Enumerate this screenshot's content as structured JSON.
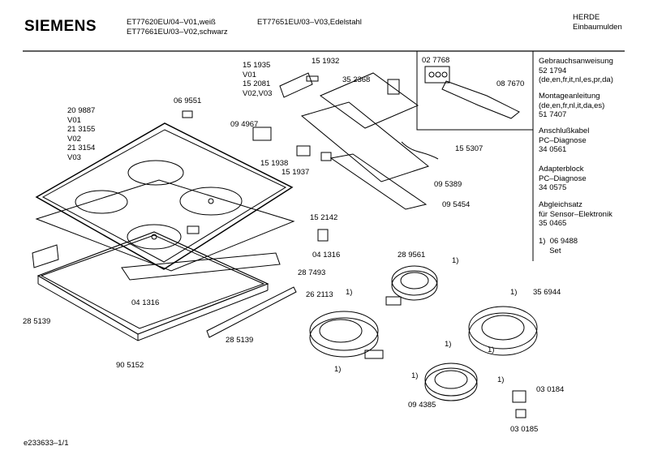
{
  "header": {
    "brand": "SIEMENS",
    "models_left": [
      "ET77620EU/04–V01,weiß",
      "ET77661EU/03–V02,schwarz"
    ],
    "model_right": "ET77651EU/03–V03,Edelstahl",
    "category": [
      "HERDE",
      "Einbaumulden"
    ]
  },
  "side_panel": [
    {
      "text": "Gebrauchsanweisung\n52 1794\n(de,en,fr,it,nl,es,pr,da)"
    },
    {
      "text": "Montageanleitung\n(de,en,fr,nl,it,da,es)\n51 7407"
    },
    {
      "text": "Anschlußkabel\nPC–Diagnose\n34 0561"
    },
    {
      "text": "Adapterblock\nPC–Diagnose\n34 0575"
    },
    {
      "text": "Abgleichsatz\nfür Sensor–Elektronik\n35 0465"
    },
    {
      "text": "1)  06 9488\n     Set"
    }
  ],
  "inset": {
    "labels": [
      "02 7768",
      "08 7670"
    ]
  },
  "part_labels": {
    "p1": "15 1935\nV01\n15 2081\nV02,V03",
    "p2": "15 1932",
    "p3": "35 2368",
    "p4": "20 9887\nV01\n21 3155\nV02\n21 3154\nV03",
    "p5": "06 9551",
    "p6": "09 4967",
    "p7": "15 1938",
    "p8": "15 1937",
    "p9": "15 5307",
    "p10": "09 5389",
    "p11": "09 5454",
    "p12": "15 2142",
    "p13": "04 1316",
    "p14": "28 7493",
    "p15": "04 1316",
    "p16": "28 5139",
    "p17": "28 5139",
    "p18": "90 5152",
    "p19": "28 9561",
    "p20": "1)",
    "p21": "26 2113",
    "p22": "1)",
    "p23": "1)",
    "p24": "1)",
    "p25": "35 6944",
    "p26": "1)",
    "p27": "1)",
    "p28": "1)",
    "p29": "1)",
    "p30": "09 4385",
    "p31": "03 0184",
    "p32": "03 0185"
  },
  "footer": "e233633–1/1"
}
